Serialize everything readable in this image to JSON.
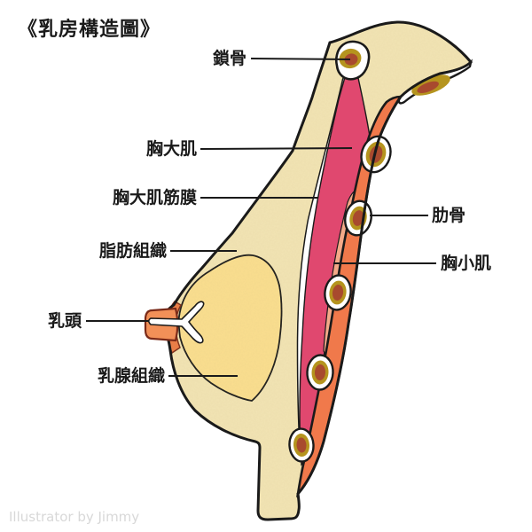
{
  "title": "《乳房構造圖》",
  "credit": "Illustrator by Jimmy",
  "labels": {
    "clavicle": "鎖骨",
    "pectoralis_major": "胸大肌",
    "pectoralis_major_fascia": "胸大肌筋膜",
    "adipose_tissue": "脂肪組織",
    "nipple": "乳頭",
    "mammary_gland_tissue": "乳腺組織",
    "rib": "肋骨",
    "pectoralis_minor": "胸小肌"
  },
  "colors": {
    "background": "#FFFFFF",
    "outline": "#1A1A1A",
    "skin_fat": "#F3E5B5",
    "mammary_gland": "#FBDF8F",
    "pectoralis_major": "#E0486F",
    "pectoralis_minor": "#F4A988",
    "chest_wall_muscle": "#F0794B",
    "bone_ring": "#B5941E",
    "bone_core": "#A84A2E",
    "nipple_fill": "#F29058",
    "areola_fill": "#ED7B44",
    "nipple_outline": "#7A2A18",
    "label_text": "#1A1A1A",
    "watermark": "#D8D8D8"
  }
}
